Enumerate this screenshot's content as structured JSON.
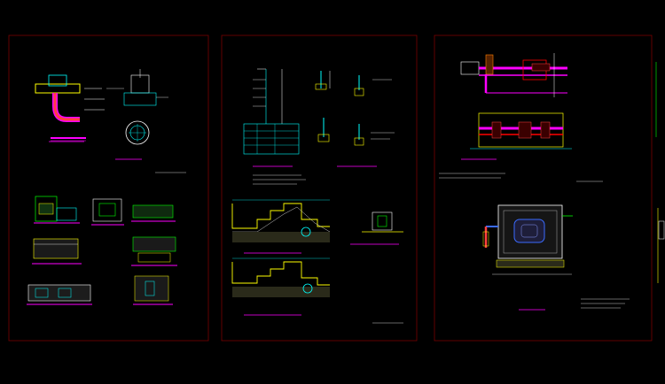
{
  "drawing": {
    "title": "",
    "colors": {
      "background": "#000000",
      "white": "#ffffff",
      "magenta": "#ff00ff",
      "yellow": "#ffff00",
      "cyan": "#00ffff",
      "green": "#00ff00",
      "red": "#ff0000",
      "blue": "#3a6bff"
    },
    "sheets": [
      {
        "id": "sheet-1"
      },
      {
        "id": "sheet-2"
      },
      {
        "id": "sheet-3"
      }
    ]
  }
}
